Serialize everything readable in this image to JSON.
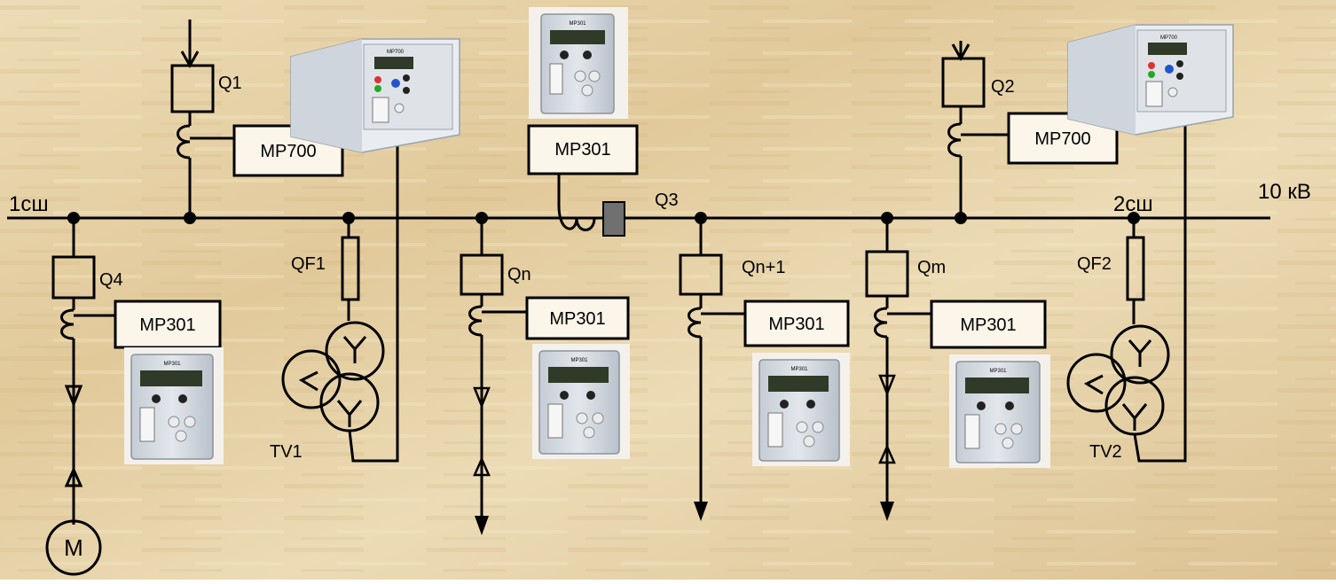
{
  "diagram": {
    "voltage": "10 кВ",
    "bus1": "1сш",
    "bus2": "2сш",
    "breakers": {
      "q1": "Q1",
      "q2": "Q2",
      "q3": "Q3",
      "q4": "Q4",
      "qn": "Qn",
      "qn1": "Qn+1",
      "qm": "Qm"
    },
    "fuses": {
      "qf1": "QF1",
      "qf2": "QF2"
    },
    "transformers": {
      "tv1": "TV1",
      "tv2": "TV2"
    },
    "motor": "M",
    "relays": {
      "q1": "MP700",
      "q2": "MP700",
      "q3": "MP301",
      "q4": "MP301",
      "qn": "MP301",
      "qn1": "MP301",
      "qm": "MP301"
    },
    "device_faceplate": {
      "mp301": "MP301",
      "mp700": "MP700"
    }
  },
  "colors": {
    "background": "#e6d2a8",
    "line": "#000000",
    "breaker_q3_fill": "#707070",
    "relay_box_fill": "#fbf5ea",
    "device_body": "#d8dde4",
    "device_screen": "#2f3a28"
  }
}
